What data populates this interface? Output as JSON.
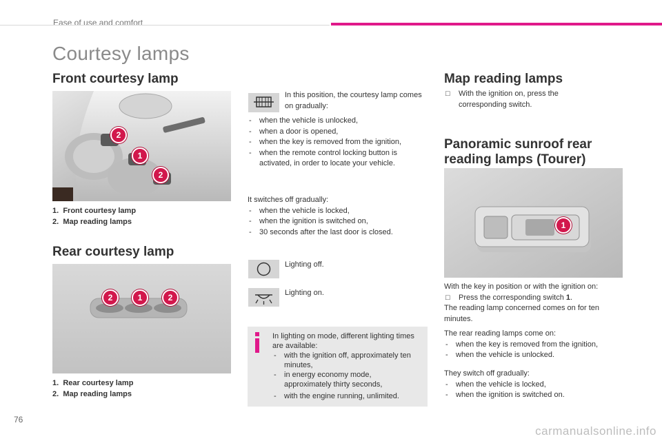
{
  "header": {
    "section": "Ease of use and comfort"
  },
  "page": {
    "title": "Courtesy lamps",
    "number": "76"
  },
  "front_courtesy": {
    "heading": "Front courtesy lamp",
    "legend": [
      {
        "num": "1.",
        "text": "Front courtesy lamp"
      },
      {
        "num": "2.",
        "text": "Map reading lamps"
      }
    ],
    "callouts": [
      "2",
      "1",
      "2"
    ]
  },
  "rear_courtesy": {
    "heading": "Rear courtesy lamp",
    "legend": [
      {
        "num": "1.",
        "text": "Rear courtesy lamp"
      },
      {
        "num": "2.",
        "text": "Map reading lamps"
      }
    ],
    "callouts": [
      "2",
      "1",
      "2"
    ]
  },
  "middle": {
    "position_text": "In this position, the courtesy lamp comes on gradually:",
    "on_list": [
      "when the vehicle is unlocked,",
      "when a door is opened,",
      "when the key is removed from the ignition,",
      "when the remote control locking button is activated, in order to locate your vehicle."
    ],
    "off_intro": "It switches off gradually:",
    "off_list": [
      "when the vehicle is locked,",
      "when the ignition is switched on,",
      "30 seconds after the last door is closed."
    ],
    "lighting_off": "Lighting off.",
    "lighting_on": "Lighting on.",
    "info": {
      "intro": "In lighting on mode, different lighting times are available:",
      "items": [
        "with the ignition off, approximately ten minutes,",
        "in energy economy mode, approximately thirty seconds,",
        "with the engine running, unlimited."
      ]
    }
  },
  "map_reading": {
    "heading": "Map reading lamps",
    "bullet": "With the ignition on, press the corresponding switch."
  },
  "panoramic": {
    "heading_line1": "Panoramic sunroof rear",
    "heading_line2": "reading lamps (Tourer)",
    "callout": "1",
    "key_text": "With the key in position or with the ignition on:",
    "press_text": "Press the corresponding switch ",
    "press_num": "1",
    "press_end": ".",
    "comes_on": "The reading lamp concerned comes on for ten minutes.",
    "rear_intro": "The rear reading lamps come on:",
    "rear_list": [
      "when the key is removed from the ignition,",
      "when the vehicle is unlocked."
    ],
    "off_intro": "They switch off gradually:",
    "off_list": [
      "when the vehicle is locked,",
      "when the ignition is switched on."
    ]
  },
  "footer": {
    "watermark": "carmanualsonline.info"
  },
  "colors": {
    "accent": "#e0198a",
    "callout": "#d2174c",
    "info_icon": "#e0198a"
  }
}
